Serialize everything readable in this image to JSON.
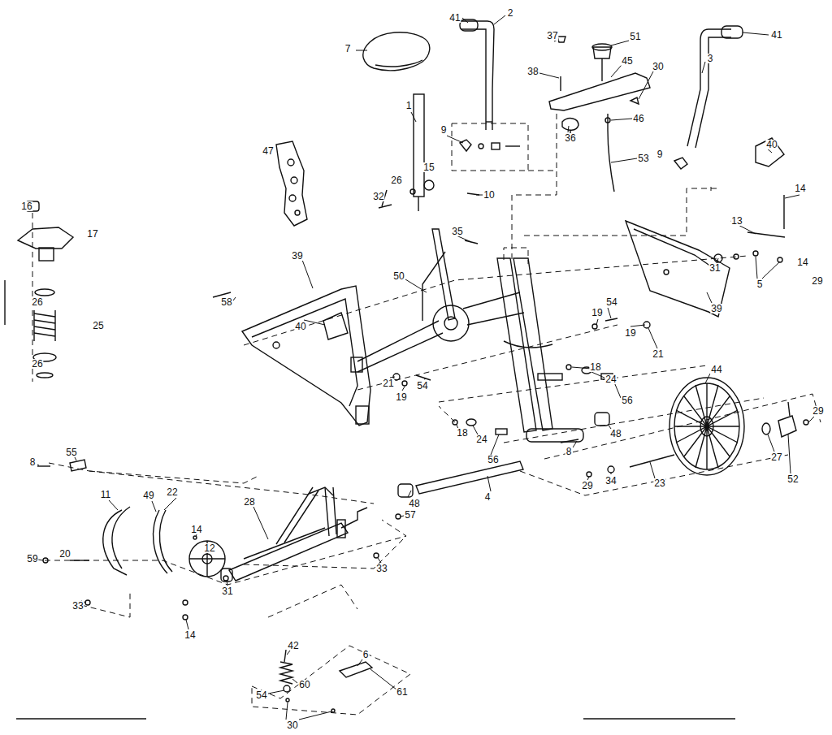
{
  "diagram": {
    "labels": [
      "41",
      "2",
      "7",
      "1",
      "9",
      "15",
      "10",
      "26",
      "32",
      "47",
      "16",
      "17",
      "26",
      "25",
      "26",
      "37",
      "51",
      "38",
      "45",
      "30",
      "36",
      "46",
      "53",
      "41",
      "3",
      "9",
      "40",
      "14",
      "13",
      "31",
      "5",
      "14",
      "29",
      "35",
      "50",
      "58",
      "39",
      "40",
      "39",
      "19",
      "54",
      "19",
      "21",
      "18",
      "24",
      "56",
      "44",
      "21",
      "19",
      "54",
      "18",
      "24",
      "56",
      "48",
      "8",
      "48",
      "4",
      "27",
      "52",
      "29",
      "29",
      "34",
      "23",
      "8",
      "55",
      "11",
      "49",
      "22",
      "28",
      "57",
      "14",
      "12",
      "59",
      "20",
      "33",
      "31",
      "33",
      "14",
      "42",
      "60",
      "54",
      "6",
      "61",
      "30"
    ]
  }
}
